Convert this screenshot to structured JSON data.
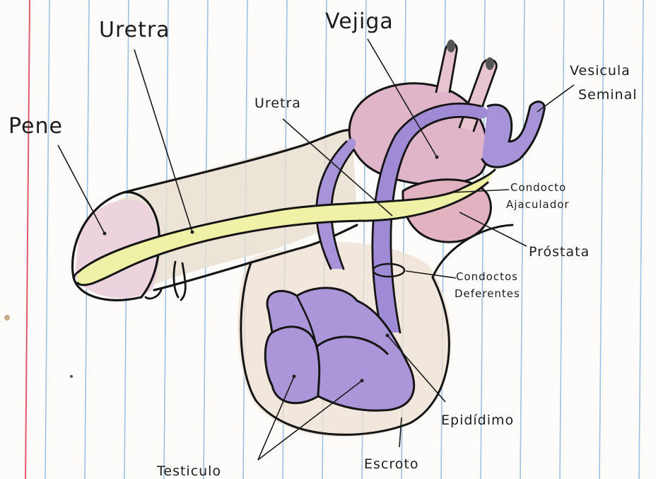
{
  "title": "",
  "labels": {
    "pene": "Pene",
    "uretra_top": "Uretra",
    "uretra_mid": "Uretra",
    "vejiga": "Vejiga",
    "vesicula_1": "Vesicula",
    "vesicula_2": "Seminal",
    "conducto_1": "Condocto",
    "conducto_2": "Ajaculador",
    "prostata": "Próstata",
    "deferentes_1": "Condoctos",
    "deferentes_2": "Deferentes",
    "epididimo": "Epidídimo",
    "escroto": "Escroto",
    "testiculo": "Testiculo"
  },
  "colors": {
    "paper": "#fdfcfb",
    "rule_blue": "#8fb6d9",
    "margin_red": "#e05a6a",
    "pink": "#e8bccb",
    "bladder_pink": "#dfb1c7",
    "prostate_pink": "#e2b0bf",
    "purple": "#a692d6",
    "purple_dark": "#8b74c6",
    "yellow": "#eef0a6",
    "beige": "#e6d6c5",
    "ink": "#151515"
  }
}
